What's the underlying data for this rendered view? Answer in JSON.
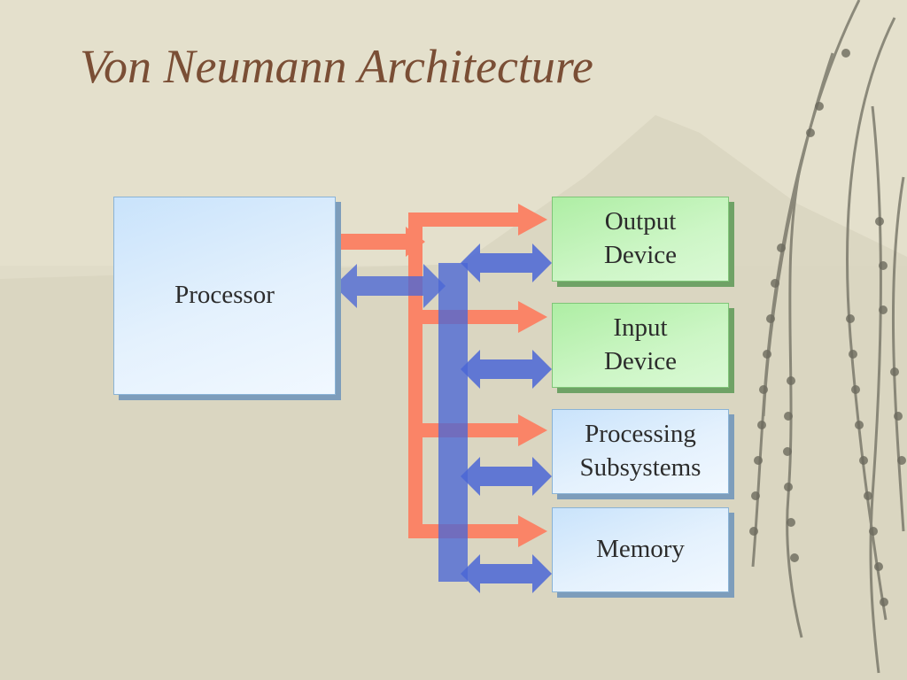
{
  "slide": {
    "title": "Von Neumann Architecture"
  },
  "diagram": {
    "processor_label": "Processor",
    "devices": [
      {
        "line1": "Output",
        "line2": "Device",
        "style": "green"
      },
      {
        "line1": "Input",
        "line2": "Device",
        "style": "green"
      },
      {
        "line1": "Processing",
        "line2": "Subsystems",
        "style": "blue"
      },
      {
        "line1": "Memory",
        "line2": "",
        "style": "blue"
      }
    ]
  },
  "colors": {
    "title": "#7a4e35",
    "control_bus": "#fa8467",
    "data_bus": "#4a66d6",
    "background": "#e4e0cc"
  }
}
